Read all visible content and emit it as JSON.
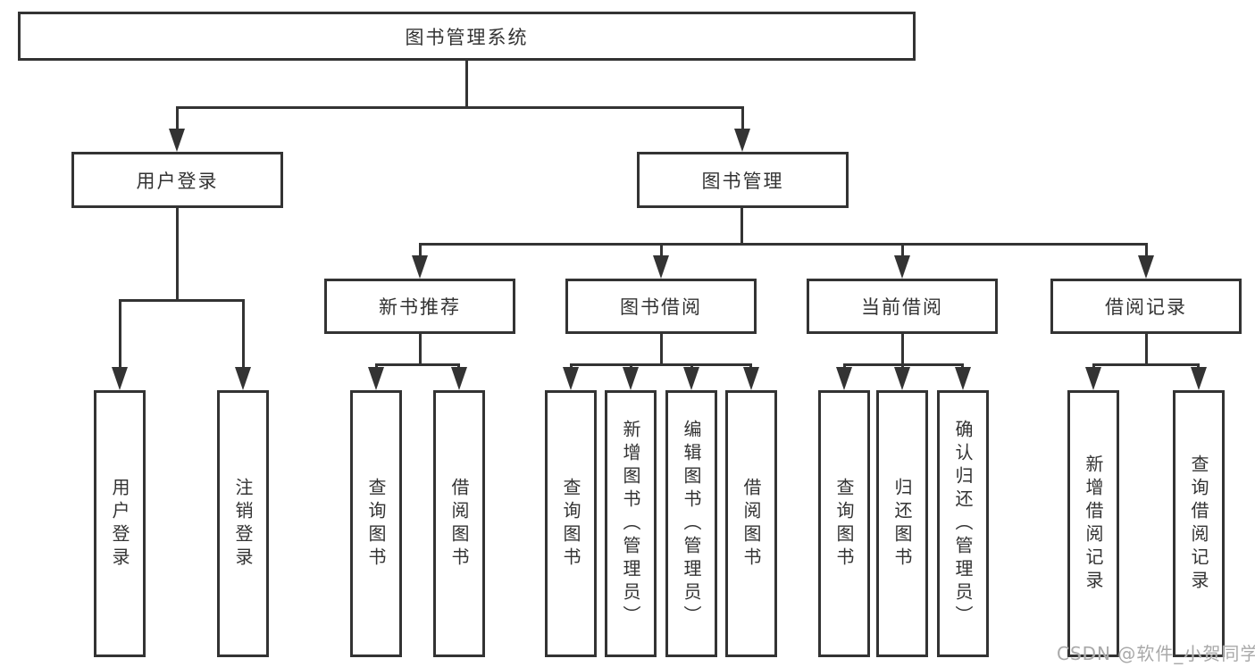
{
  "diagram_type": "tree",
  "root": {
    "label": "图书管理系统"
  },
  "level2": [
    {
      "label": "用户登录"
    },
    {
      "label": "图书管理"
    }
  ],
  "level3": [
    {
      "label": "新书推荐",
      "parent": "图书管理"
    },
    {
      "label": "图书借阅",
      "parent": "图书管理"
    },
    {
      "label": "当前借阅",
      "parent": "图书管理"
    },
    {
      "label": "借阅记录",
      "parent": "图书管理"
    }
  ],
  "leaves": [
    {
      "label": "用户登录",
      "parent": "用户登录"
    },
    {
      "label": "注销登录",
      "parent": "用户登录"
    },
    {
      "label": "查询图书",
      "parent": "新书推荐"
    },
    {
      "label": "借阅图书",
      "parent": "新书推荐"
    },
    {
      "label": "查询图书",
      "parent": "图书借阅"
    },
    {
      "label": "新增图书（管理员）",
      "parent": "图书借阅"
    },
    {
      "label": "编辑图书（管理员）",
      "parent": "图书借阅"
    },
    {
      "label": "借阅图书",
      "parent": "图书借阅"
    },
    {
      "label": "查询图书",
      "parent": "当前借阅"
    },
    {
      "label": "归还图书",
      "parent": "当前借阅"
    },
    {
      "label": "确认归还（管理员）",
      "parent": "当前借阅"
    },
    {
      "label": "新增借阅记录",
      "parent": "借阅记录"
    },
    {
      "label": "查询借阅记录",
      "parent": "借阅记录"
    }
  ],
  "watermark": {
    "text": "CSDN @软件_小贺同学"
  },
  "colors": {
    "line": "#333333",
    "text": "#333333",
    "watermark": "#a9a9a9",
    "background": "#ffffff"
  }
}
